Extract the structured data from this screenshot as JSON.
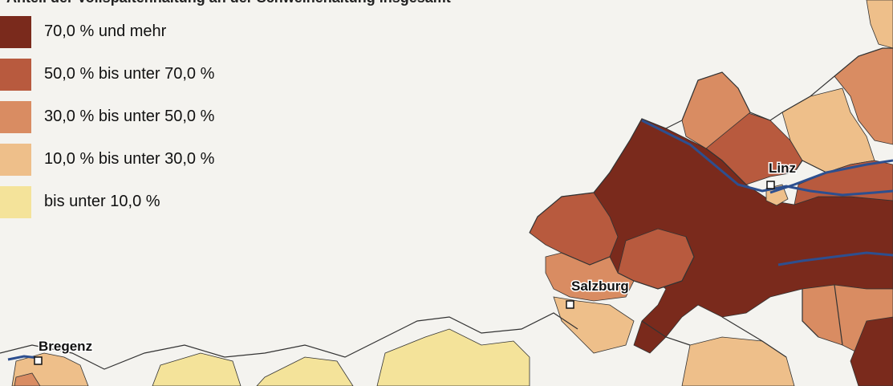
{
  "caption": "Anteil der Vollspaltenhaltung an der Schweinehaltung insgesamt",
  "legend": [
    {
      "label": "70,0 % und mehr",
      "color": "#7a2a1c"
    },
    {
      "label": "50,0 % bis unter 70,0 %",
      "color": "#b85a3e"
    },
    {
      "label": "30,0 % bis unter 50,0 %",
      "color": "#d98c62"
    },
    {
      "label": "10,0 % bis unter 30,0 %",
      "color": "#eebf8a"
    },
    {
      "label": "bis unter 10,0 %",
      "color": "#f4e39a"
    }
  ],
  "cities": {
    "linz": "Linz",
    "salzburg": "Salzburg",
    "bregenz": "Bregenz"
  },
  "colors": {
    "background": "#f4f3ef",
    "river": "#2d4f8f",
    "border": "#333333"
  }
}
